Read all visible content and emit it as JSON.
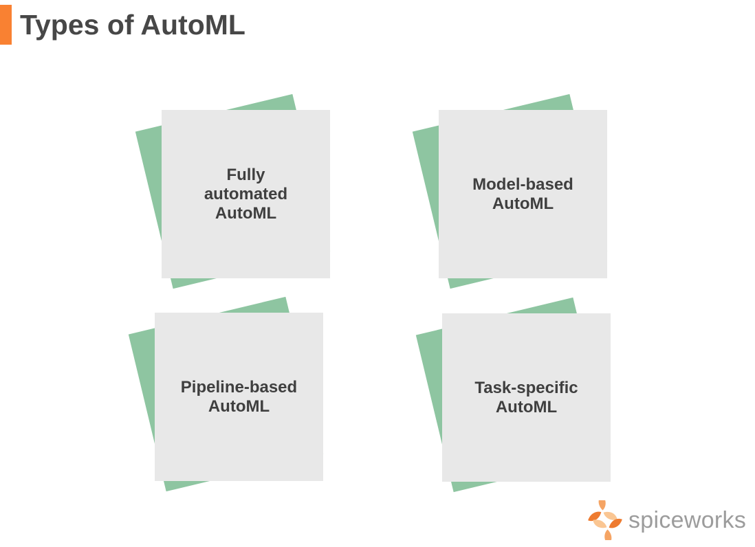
{
  "page": {
    "background_color": "#FFFFFF"
  },
  "header": {
    "title": "Types of AutoML",
    "title_color": "#474747",
    "accent_bar_color": "#F98132"
  },
  "cards": {
    "front_color": "#E8E8E8",
    "back_color": "#8EC5A1",
    "text_color": "#3F3F3F",
    "items": [
      {
        "label": "Fully\nautomated\nAutoML"
      },
      {
        "label": "Model-based\nAutoML"
      },
      {
        "label": "Pipeline-based\nAutoML"
      },
      {
        "label": "Task-specific\nAutoML"
      }
    ]
  },
  "footer": {
    "logo_text": "spiceworks",
    "logo_text_color": "#9C9C9C",
    "logo_icon": "spiceworks-pinwheel-icon",
    "logo_icon_colors": [
      "#EE7B30",
      "#F5A464",
      "#FAC693"
    ]
  }
}
